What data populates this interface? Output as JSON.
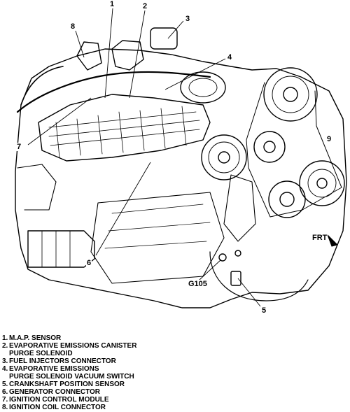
{
  "callouts": {
    "c1": "1",
    "c2": "2",
    "c3": "3",
    "c4": "4",
    "c5": "5",
    "c6": "6",
    "c7": "7",
    "c8": "8",
    "ground": "G105",
    "front": "FRT",
    "c9": "9"
  },
  "legend": [
    {
      "num": "1.",
      "text": "M.A.P. SENSOR"
    },
    {
      "num": "2.",
      "text": "EVAPORATIVE EMISSIONS CANISTER\n  PURGE  SOLENOID"
    },
    {
      "num": "3.",
      "text": "FUEL INJECTORS CONNECTOR"
    },
    {
      "num": "4.",
      "text": "EVAPORATIVE EMISSIONS\n  PURGE SOLENOID VACUUM SWITCH"
    },
    {
      "num": "5.",
      "text": "CRANKSHAFT POSITION SENSOR"
    },
    {
      "num": "6.",
      "text": "GENERATOR CONNECTOR"
    },
    {
      "num": "7.",
      "text": "IGNITION CONTROL MODULE"
    },
    {
      "num": "8.",
      "text": "IGNITION COIL CONNECTOR"
    }
  ]
}
